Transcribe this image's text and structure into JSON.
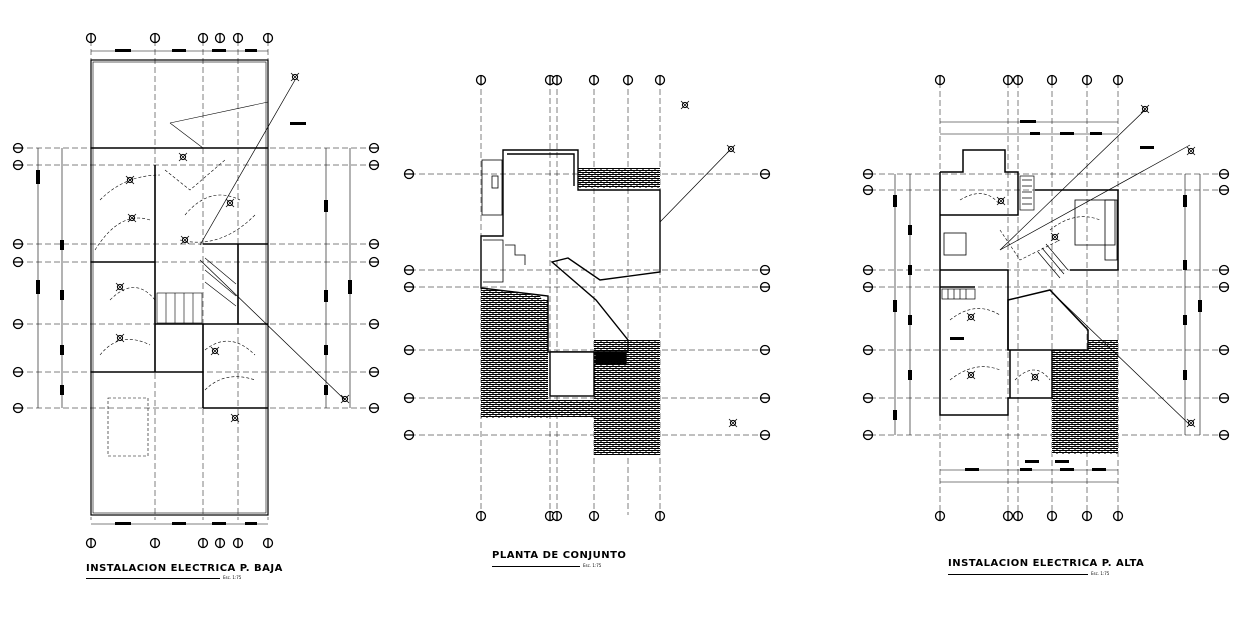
{
  "drawings": [
    {
      "id": "planta-baja",
      "title": "INSTALACION ELECTRICA P. BAJA",
      "scale": "Esc. 1:75"
    },
    {
      "id": "planta-conjunto",
      "title": "PLANTA DE CONJUNTO",
      "scale": "Esc. 1:75"
    },
    {
      "id": "planta-alta",
      "title": "INSTALACION ELECTRICA P. ALTA",
      "scale": "Esc. 1:75"
    }
  ],
  "colors": {
    "ink": "#000000",
    "paper": "#ffffff"
  }
}
